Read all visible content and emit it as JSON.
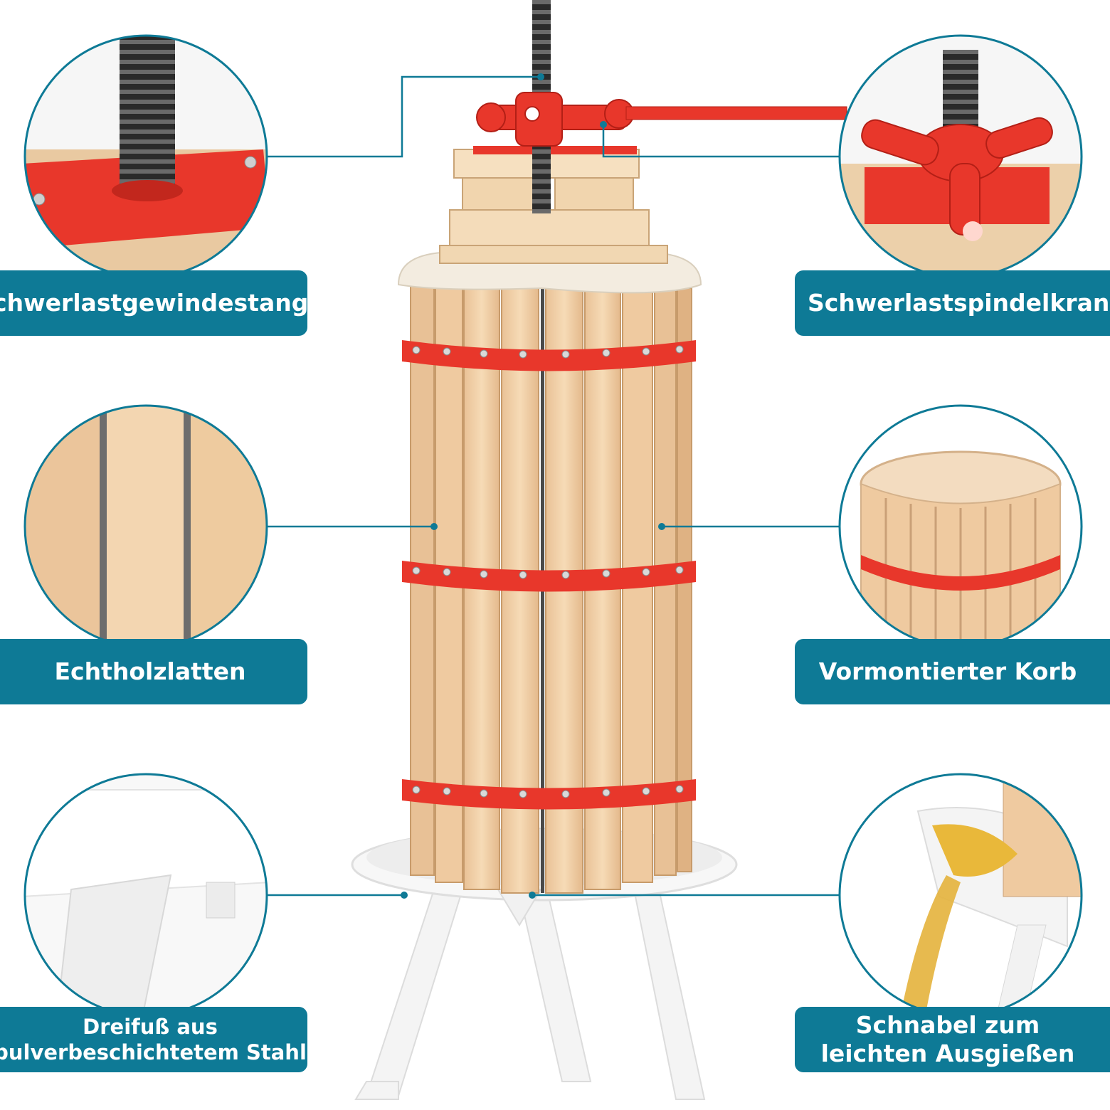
{
  "accent_color": "#0e7a96",
  "hardware_color": "#e8372b",
  "wood_color": "#f0cfa6",
  "labels": {
    "threaded_rod": "Schwerlastgewindestange",
    "spindle_ring": "Schwerlastspindelkranz",
    "wood_slats": "Echtholzlatten",
    "basket": "Vormontierter Korb",
    "tripod_line1": "Dreifuß aus",
    "tripod_line2": "pulverbeschichtetem Stahl",
    "spout_line1": "Schnabel zum",
    "spout_line2": "leichten Ausgießen"
  }
}
